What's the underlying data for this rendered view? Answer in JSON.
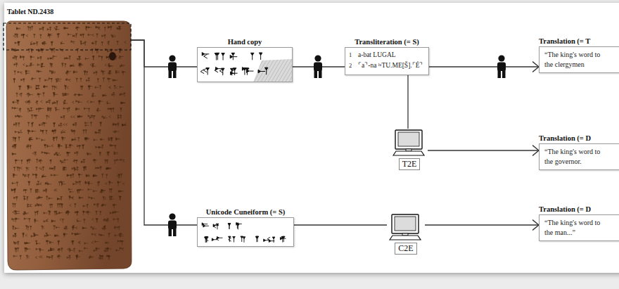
{
  "diagram": {
    "nodes": [
      {
        "text": [
          "Tablet ND.2438"
        ]
      },
      {
        "text": [
          "Hand copy"
        ]
      },
      {
        "text": [
          "Transliteration (= S)",
          "1",
          "a-bat LUGAL",
          "2",
          "⌜a⌝-na ˡᵘTU.ME[Š].⌜É⌝"
        ]
      },
      {
        "text": [
          "Translation (= T",
          "“The king's word to the clergymen"
        ]
      },
      {
        "text": [
          "T2E"
        ]
      },
      {
        "text": [
          "Translation (= D",
          "“The king's word to the governor."
        ]
      },
      {
        "text": [
          "Unicode Cuneiform (= S)"
        ]
      },
      {
        "text": [
          "C2E"
        ]
      },
      {
        "text": [
          "Translation (= D",
          "“The king's word to the man...”"
        ]
      }
    ],
    "edges": [
      {
        "from": 0,
        "to": 1,
        "arrow": "none"
      },
      {
        "from": 1,
        "to": 2,
        "arrow": "none"
      },
      {
        "from": 2,
        "to": 3,
        "arrow": "to"
      },
      {
        "from": 2,
        "to": 4,
        "arrow": "none"
      },
      {
        "from": 4,
        "to": 5,
        "arrow": "to"
      },
      {
        "from": 0,
        "to": 6,
        "arrow": "none"
      },
      {
        "from": 6,
        "to": 7,
        "arrow": "none"
      },
      {
        "from": 7,
        "to": 8,
        "arrow": "to"
      }
    ]
  }
}
